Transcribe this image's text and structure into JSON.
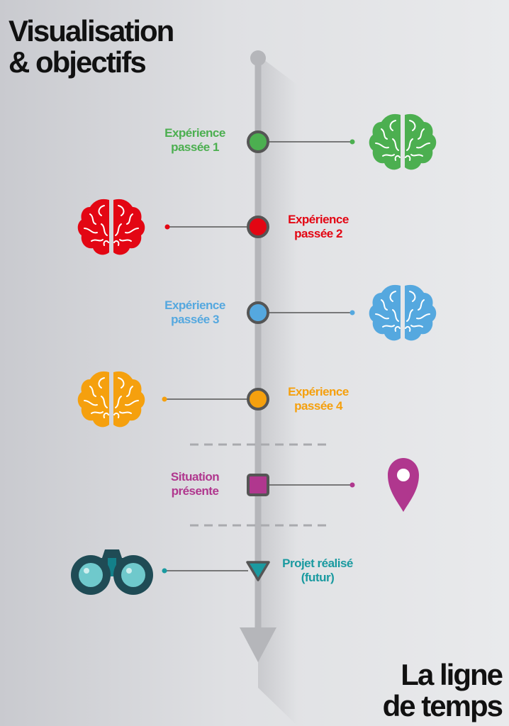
{
  "title_top": [
    "Visualisation",
    "& objectifs"
  ],
  "title_bottom": [
    "La ligne",
    "de temps"
  ],
  "colors": {
    "green": "#4caf50",
    "red": "#e30613",
    "blue": "#55a8df",
    "orange": "#f5a00e",
    "purple": "#b0378e",
    "teal": "#1a9aa0",
    "timeline": "#b5b6ba",
    "node_border": "#555555"
  },
  "events": [
    {
      "label": [
        "Expérience",
        "passée 1"
      ],
      "color": "#4caf50",
      "icon": "brain-icon"
    },
    {
      "label": [
        "Expérience",
        "passée 2"
      ],
      "color": "#e30613",
      "icon": "brain-icon"
    },
    {
      "label": [
        "Expérience",
        "passée 3"
      ],
      "color": "#55a8df",
      "icon": "brain-icon"
    },
    {
      "label": [
        "Expérience",
        "passée 4"
      ],
      "color": "#f5a00e",
      "icon": "brain-icon"
    },
    {
      "label": [
        "Situation",
        "présente"
      ],
      "color": "#b0378e",
      "icon": "location-pin-icon"
    },
    {
      "label": [
        "Projet réalisé",
        "(futur)"
      ],
      "color": "#1a9aa0",
      "icon": "binoculars-icon"
    }
  ]
}
